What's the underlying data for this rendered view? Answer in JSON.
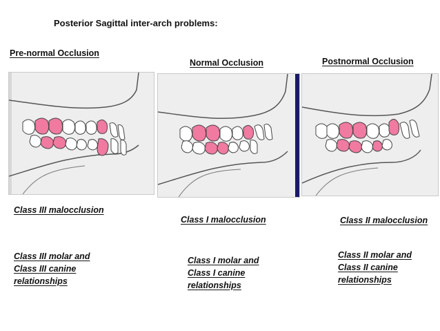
{
  "heading": "Posterior  Sagittal inter-arch problems:",
  "columns": [
    {
      "title": "Pre-normal Occlusion",
      "malocclusion": "Class III malocclusion",
      "relationship_lines": [
        "Class III molar and",
        "Class III canine",
        "relationships"
      ]
    },
    {
      "title": "Normal Occlusion",
      "malocclusion": "Class I malocclusion",
      "relationship_lines": [
        "Class I molar and",
        "Class I canine",
        "relationships"
      ]
    },
    {
      "title": "Postnormal Occlusion",
      "malocclusion": "Class II malocclusion",
      "relationship_lines": [
        "Class II molar and",
        "Class II canine",
        "relationships"
      ]
    }
  ],
  "colors": {
    "panel_bg": "#eeeeee",
    "panel_side_bar": "#1a1a6a",
    "highlight_tooth": "#f07aa0",
    "tooth": "#ffffff",
    "outline": "#444444"
  }
}
